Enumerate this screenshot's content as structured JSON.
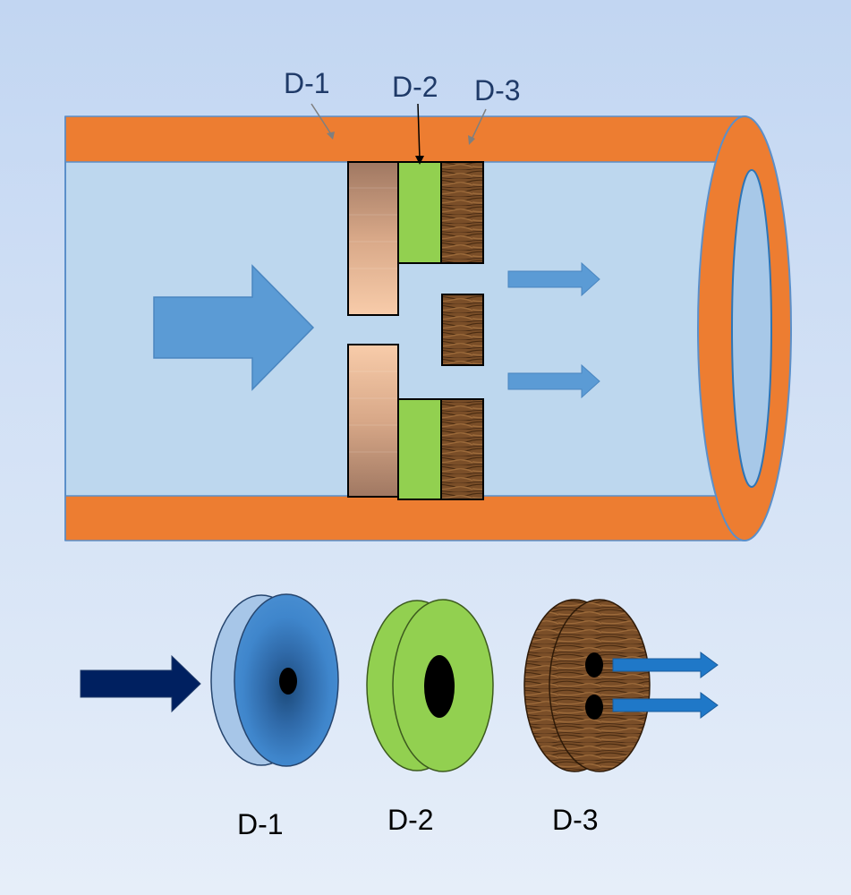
{
  "diagram": {
    "top_labels": {
      "d1": "D-1",
      "d2": "D-2",
      "d3": "D-3"
    },
    "bottom_labels": {
      "d1": "D-1",
      "d2": "D-2",
      "d3": "D-3"
    },
    "colors": {
      "background_top": "#c2d6f2",
      "background_bottom": "#e6eef9",
      "pipe_wall": "#ed7d31",
      "pipe_inner": "#bdd7ee",
      "pipe_outline": "#2e75b6",
      "flow_arrow": "#5b9bd5",
      "inlet_arrow": "#002060",
      "outlet_arrow": "#1f78c8",
      "disk_d1_face": "#3d7fc4",
      "disk_d1_rim": "#a7c6e8",
      "disk_d2": "#92d050",
      "disk_d3": "#6b4220",
      "ceramic_light": "#f8c8a0",
      "ceramic_dark": "#a07860",
      "label_top": "#1f3a68",
      "label_bottom": "#000000"
    },
    "icons": {
      "large_flow_arrow": "right-arrow-icon",
      "small_flow_arrows": "right-arrow-icon",
      "pointer_lines": "pointer-arrow-icon"
    }
  }
}
